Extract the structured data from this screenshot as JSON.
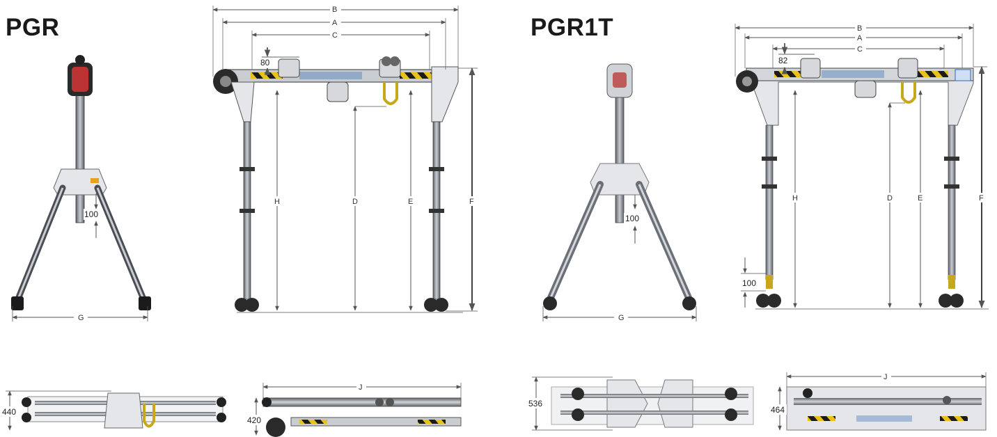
{
  "models": {
    "left": {
      "name": "PGR",
      "top_offset": "80",
      "clearance": "100",
      "fold_width": "440",
      "fold_height": "420"
    },
    "right": {
      "name": "PGR1T",
      "top_offset": "82",
      "clearance": "100",
      "wheel_clearance": "100",
      "fold_width": "536",
      "fold_height": "464"
    }
  },
  "dims": {
    "A": "A",
    "B": "B",
    "C": "C",
    "D": "D",
    "E": "E",
    "F": "F",
    "G": "G",
    "H": "H",
    "J": "J"
  },
  "colors": {
    "steel": "#8a8f96",
    "steel_dark": "#4a4e54",
    "plate": "#e4e6e9",
    "warn_yellow": "#e8c21a",
    "warn_black": "#1b1b1b",
    "dim": "#555555",
    "wheel": "#2a2a2a",
    "accent_blue": "#2e66b8"
  }
}
